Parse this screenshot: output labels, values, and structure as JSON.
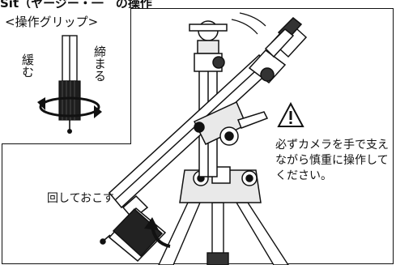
{
  "heading": "Sit（ヤージー・一　の操作",
  "inset": {
    "title": "<操作グリップ>",
    "loosen_label": "緩む",
    "tighten_label": "締まる"
  },
  "warning": {
    "text": "必ずカメラを手で支えながら慎重に操作してください。"
  },
  "raise_label": "回しておこす"
}
